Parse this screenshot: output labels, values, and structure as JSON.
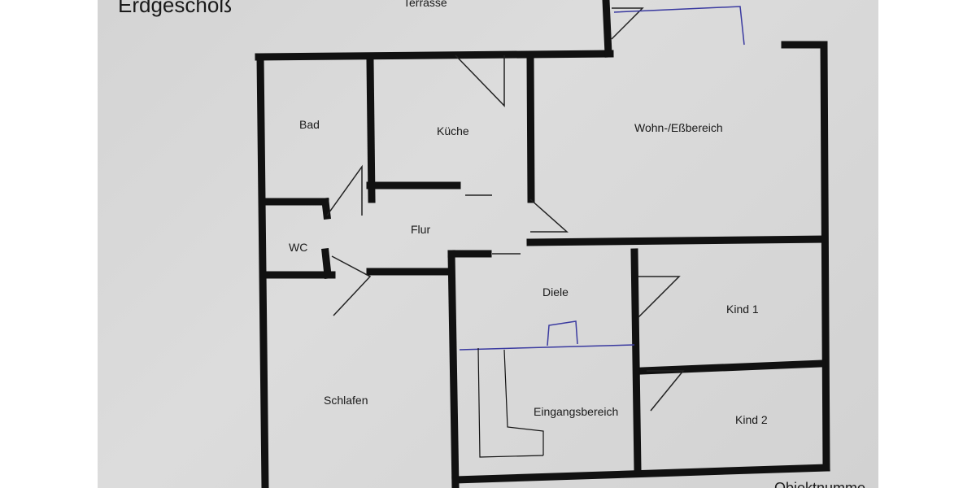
{
  "plan": {
    "title": "Erdgeschoß",
    "footer_text": "Objektnumme",
    "colors": {
      "paper": "#d8d8d8",
      "walls": "#111111",
      "pen": "#3a3aa0"
    },
    "rooms": {
      "terrace": "Terrasse",
      "bath": "Bad",
      "kitchen": "Küche",
      "living": "Wohn-/Eßbereich",
      "wc": "WC",
      "hallway": "Flur",
      "diele": "Diele",
      "child1": "Kind 1",
      "bedroom": "Schlafen",
      "entrance": "Eingangsbereich",
      "child2": "Kind 2"
    }
  }
}
